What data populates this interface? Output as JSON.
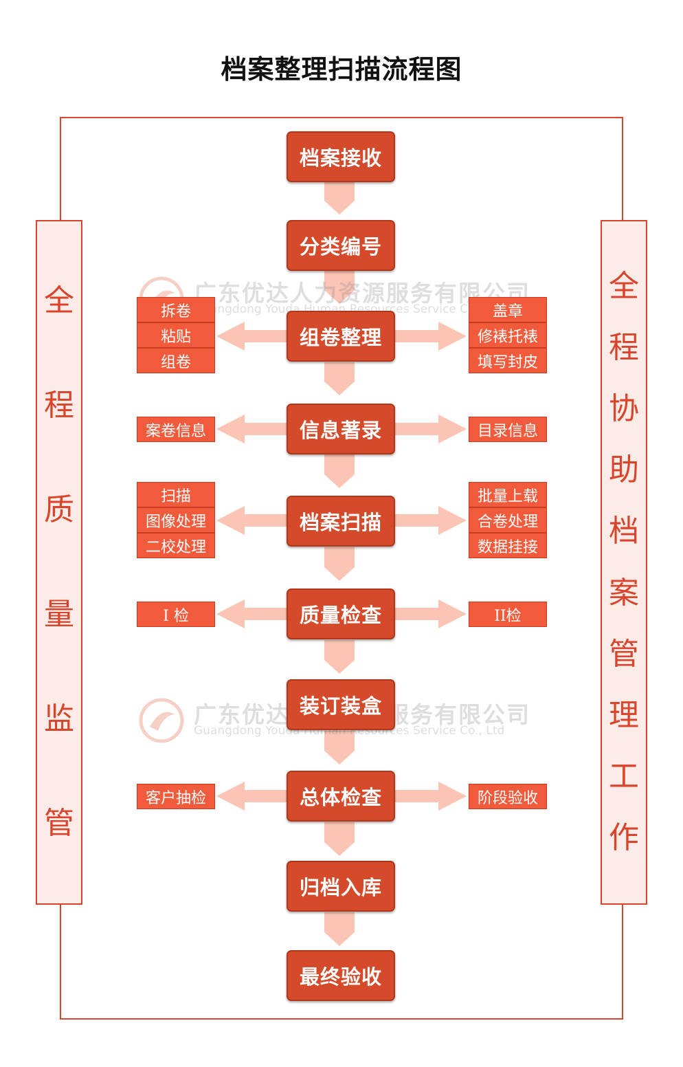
{
  "title": "档案整理扫描流程图",
  "left_label": [
    "全",
    "程",
    "质",
    "量",
    "监",
    "管"
  ],
  "right_label": [
    "全",
    "程",
    "协",
    "助",
    "档",
    "案",
    "管",
    "理",
    "工",
    "作"
  ],
  "steps": [
    "档案接收",
    "分类编号",
    "组卷整理",
    "信息著录",
    "档案扫描",
    "质量检查",
    "装订装盒",
    "总体检查",
    "归档入库",
    "最终验收"
  ],
  "branches": {
    "zujuan": {
      "left": [
        "拆卷",
        "粘贴",
        "组卷"
      ],
      "right": [
        "盖章",
        "修裱托裱",
        "填写封皮"
      ]
    },
    "xinxi": {
      "left": [
        "案卷信息"
      ],
      "right": [
        "目录信息"
      ]
    },
    "saomiao": {
      "left": [
        "扫描",
        "图像处理",
        "二校处理"
      ],
      "right": [
        "批量上载",
        "合卷处理",
        "数据挂接"
      ]
    },
    "zhiliang": {
      "left": [
        "I 检"
      ],
      "right": [
        "II检"
      ]
    },
    "zongti": {
      "left": [
        "客户抽检"
      ],
      "right": [
        "阶段验收"
      ]
    }
  },
  "watermark": {
    "cn": "广东优达人力资源服务有限公司",
    "en": "Guangdong Youda Human Resources Service Co., Ltd"
  },
  "colors": {
    "step": "#d44a2a",
    "sub": "#f15a3a",
    "border": "#d9452c",
    "side_bg": "#fdebe7",
    "arrow": "#fbc4b4"
  }
}
